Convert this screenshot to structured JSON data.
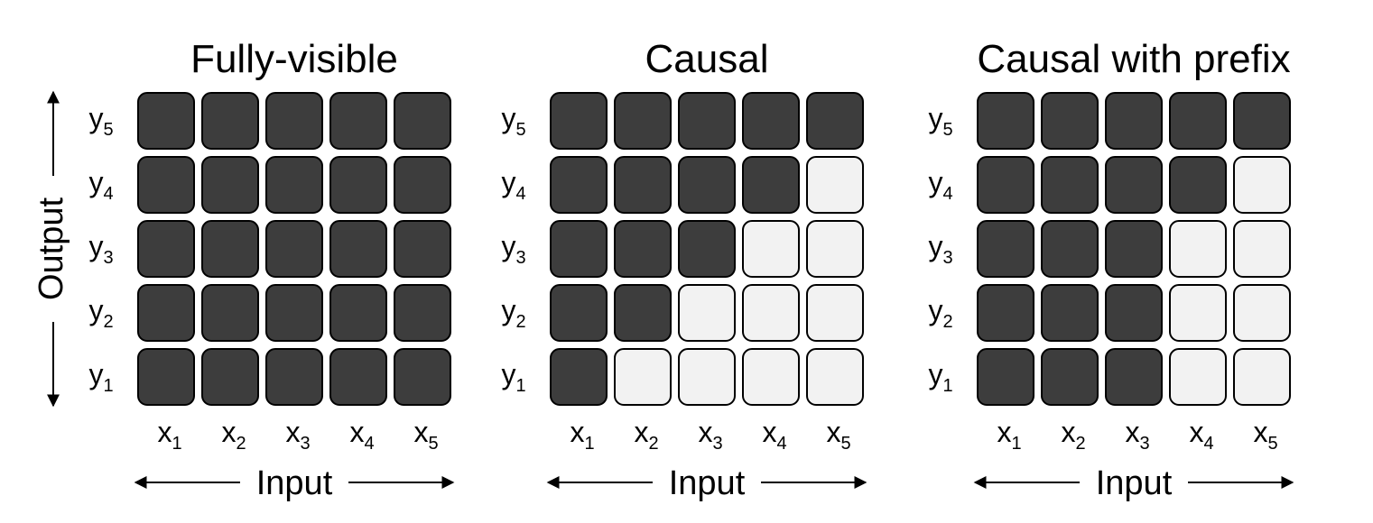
{
  "colors": {
    "on": "#3d3d3d",
    "off": "#f2f2f2",
    "stroke": "#000000"
  },
  "axis": {
    "output_label": "Output",
    "input_label": "Input"
  },
  "row_labels": [
    {
      "base": "y",
      "sub": "5"
    },
    {
      "base": "y",
      "sub": "4"
    },
    {
      "base": "y",
      "sub": "3"
    },
    {
      "base": "y",
      "sub": "2"
    },
    {
      "base": "y",
      "sub": "1"
    }
  ],
  "col_labels": [
    {
      "base": "x",
      "sub": "1"
    },
    {
      "base": "x",
      "sub": "2"
    },
    {
      "base": "x",
      "sub": "3"
    },
    {
      "base": "x",
      "sub": "4"
    },
    {
      "base": "x",
      "sub": "5"
    }
  ],
  "panels": [
    {
      "title": "Fully-visible",
      "mask": [
        [
          1,
          1,
          1,
          1,
          1
        ],
        [
          1,
          1,
          1,
          1,
          1
        ],
        [
          1,
          1,
          1,
          1,
          1
        ],
        [
          1,
          1,
          1,
          1,
          1
        ],
        [
          1,
          1,
          1,
          1,
          1
        ]
      ]
    },
    {
      "title": "Causal",
      "mask": [
        [
          1,
          1,
          1,
          1,
          1
        ],
        [
          1,
          1,
          1,
          1,
          0
        ],
        [
          1,
          1,
          1,
          0,
          0
        ],
        [
          1,
          1,
          0,
          0,
          0
        ],
        [
          1,
          0,
          0,
          0,
          0
        ]
      ]
    },
    {
      "title": "Causal with prefix",
      "mask": [
        [
          1,
          1,
          1,
          1,
          1
        ],
        [
          1,
          1,
          1,
          1,
          0
        ],
        [
          1,
          1,
          1,
          0,
          0
        ],
        [
          1,
          1,
          1,
          0,
          0
        ],
        [
          1,
          1,
          1,
          0,
          0
        ]
      ]
    }
  ]
}
